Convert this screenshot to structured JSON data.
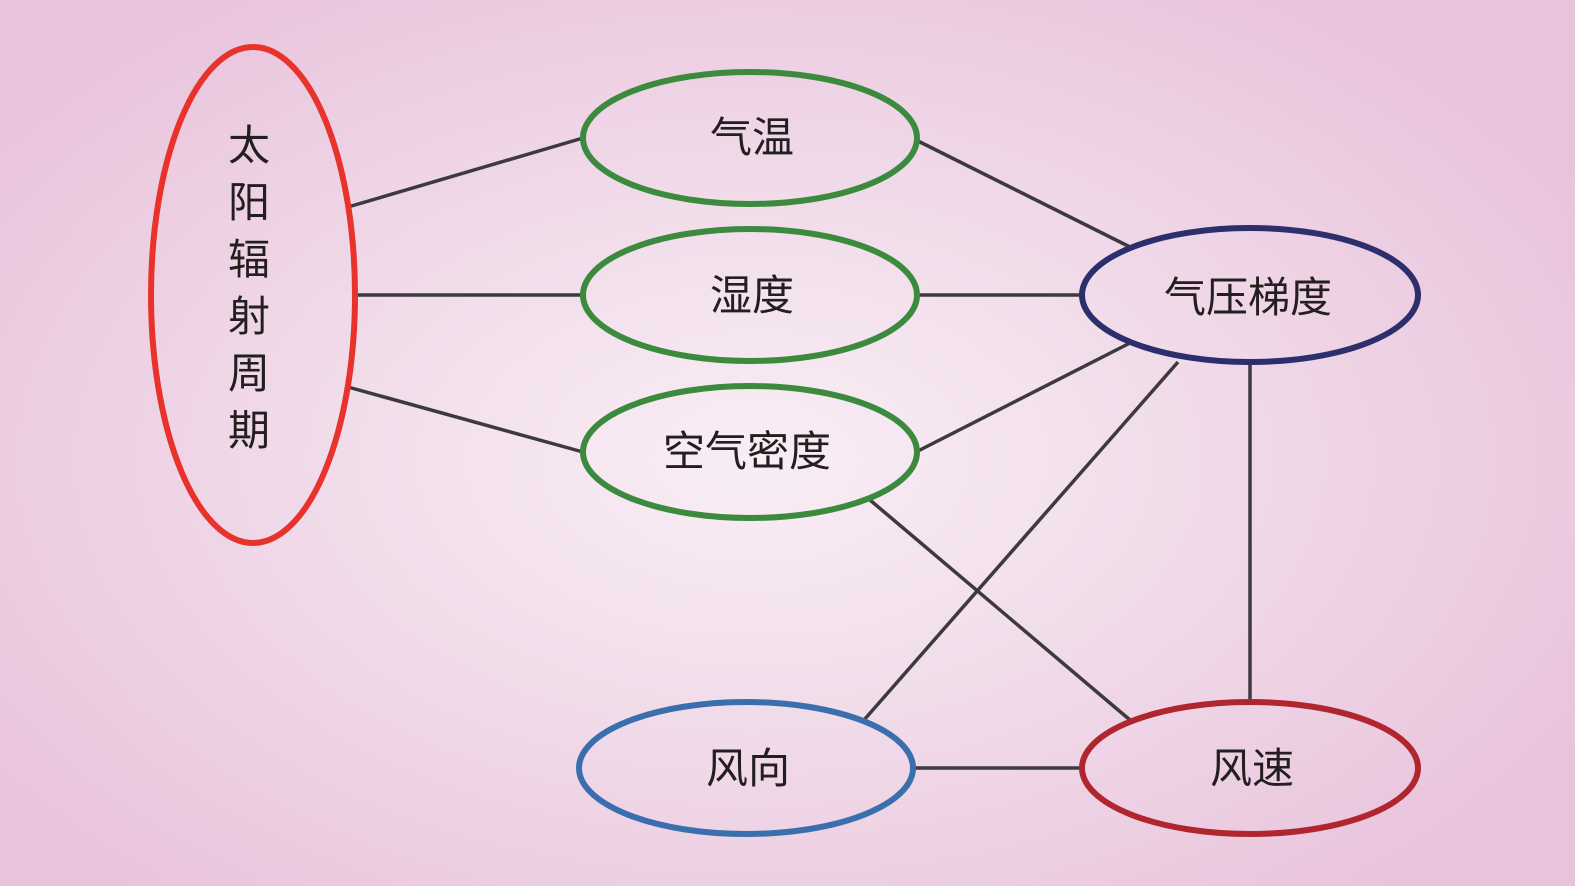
{
  "nodes": {
    "solar": {
      "label": "太阳辐射周期",
      "color": "#e8322c"
    },
    "temperature": {
      "label": "气温",
      "color": "#3b8a3e"
    },
    "humidity": {
      "label": "湿度",
      "color": "#3b8a3e"
    },
    "air_density": {
      "label": "空气密度",
      "color": "#3b8a3e"
    },
    "pressure_gradient": {
      "label": "气压梯度",
      "color": "#2c2f6b"
    },
    "wind_direction": {
      "label": "风向",
      "color": "#3a6fae"
    },
    "wind_speed": {
      "label": "风速",
      "color": "#b0252e"
    }
  },
  "edges": [
    [
      "solar",
      "temperature"
    ],
    [
      "solar",
      "humidity"
    ],
    [
      "solar",
      "air_density"
    ],
    [
      "temperature",
      "pressure_gradient"
    ],
    [
      "humidity",
      "pressure_gradient"
    ],
    [
      "air_density",
      "pressure_gradient"
    ],
    [
      "air_density",
      "wind_speed"
    ],
    [
      "pressure_gradient",
      "wind_direction"
    ],
    [
      "pressure_gradient",
      "wind_speed"
    ],
    [
      "wind_direction",
      "wind_speed"
    ]
  ],
  "colors": {
    "edge": "#3d3a3f",
    "background_center": "#f9eef5",
    "background_edge": "#e9c3dc"
  }
}
